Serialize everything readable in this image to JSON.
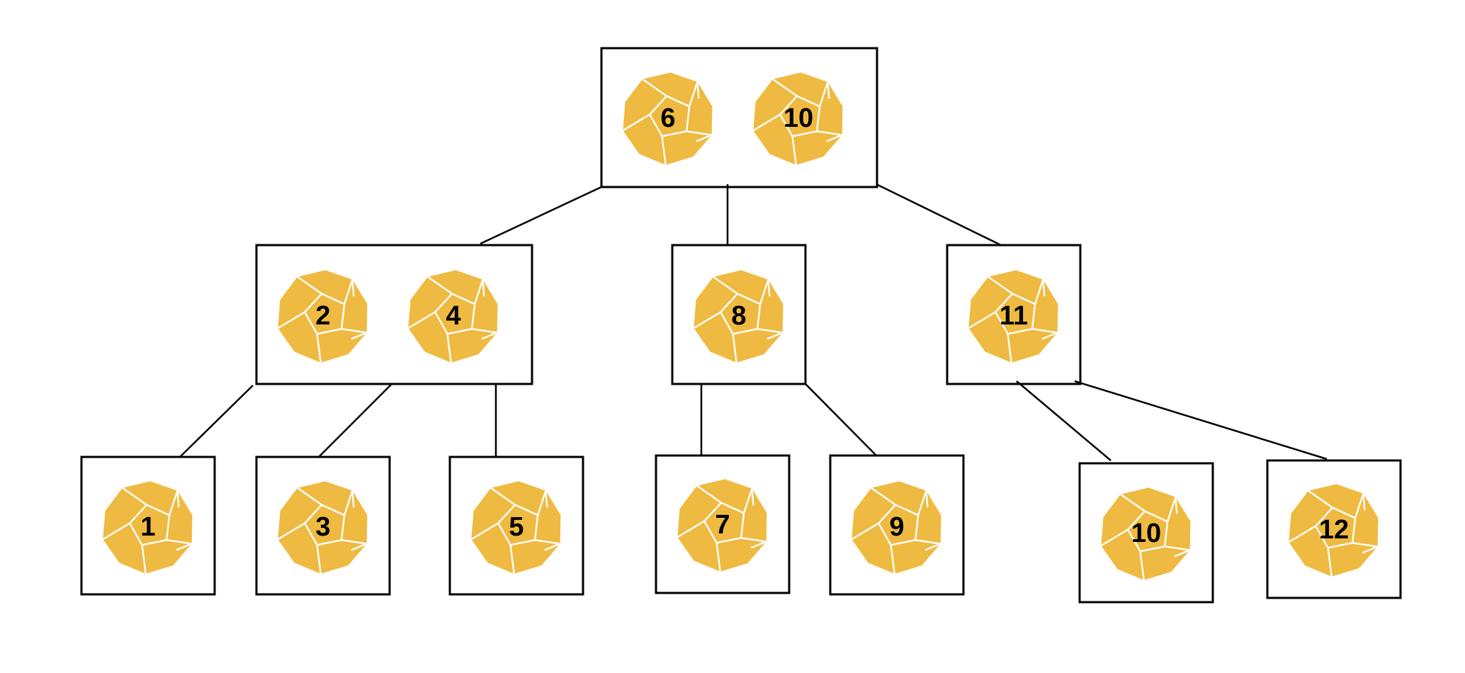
{
  "colors": {
    "die_fill": "#EFBA41",
    "die_edges": "#ffffff",
    "box_stroke": "#000000",
    "text": "#000000"
  },
  "icon": "dodecahedron-die-icon",
  "root": {
    "keys": [
      "6",
      "10"
    ],
    "children": [
      {
        "keys": [
          "2",
          "4"
        ],
        "children": [
          {
            "keys": [
              "1"
            ]
          },
          {
            "keys": [
              "3"
            ]
          },
          {
            "keys": [
              "5"
            ]
          }
        ]
      },
      {
        "keys": [
          "8"
        ],
        "children": [
          {
            "keys": [
              "7"
            ]
          },
          {
            "keys": [
              "9"
            ]
          }
        ]
      },
      {
        "keys": [
          "11"
        ],
        "children": [
          {
            "keys": [
              "10"
            ]
          },
          {
            "keys": [
              "12"
            ]
          }
        ]
      }
    ]
  }
}
